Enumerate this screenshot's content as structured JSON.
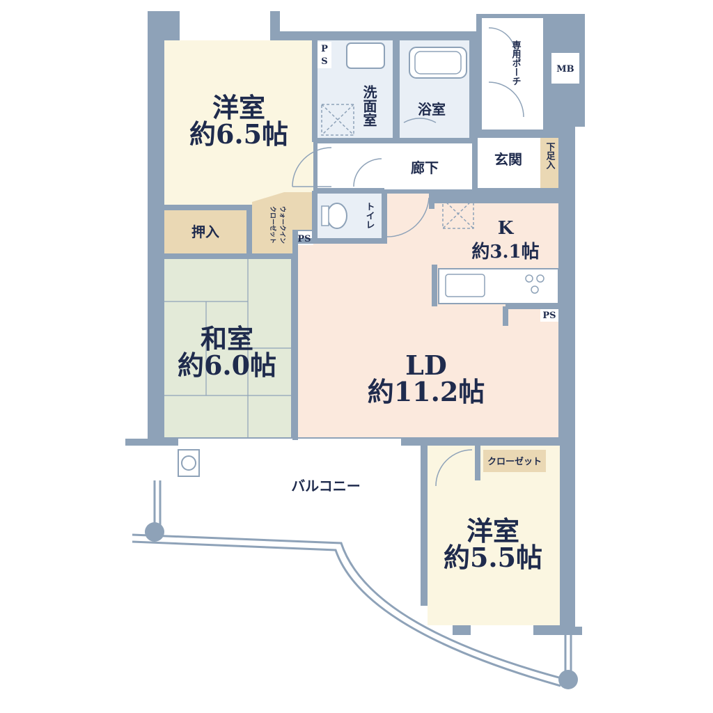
{
  "colors": {
    "wall": "#8ea2b8",
    "western_room": "#fbf6e1",
    "japanese_room": "#e3ead8",
    "ldk": "#fbe9dd",
    "storage": "#ead8b4",
    "wet_area": "#e9eff6",
    "text": "#1f2b4d"
  },
  "rooms": {
    "western_1": {
      "name": "洋室",
      "size": "約6.5帖"
    },
    "western_2": {
      "name": "洋室",
      "size": "約5.5帖"
    },
    "japanese": {
      "name": "和室",
      "size": "約6.0帖"
    },
    "ld": {
      "name": "LD",
      "size": "約11.2帖"
    },
    "kitchen": {
      "name": "K",
      "size": "約3.1帖"
    }
  },
  "labels": {
    "oshiire": "押入",
    "walk_in_closet_line1": "ウォークイン",
    "walk_in_closet_line2": "クローゼット",
    "ps": "PS",
    "ps_split_top": "P",
    "ps_split_bottom": "S",
    "washroom": "洗面室",
    "bathroom": "浴室",
    "toilet": "トイレ",
    "corridor": "廊下",
    "entrance": "玄関",
    "shoe_box": "下足入",
    "porch": "専用ポーチ",
    "mb": "MB",
    "closet": "クローゼット",
    "balcony": "バルコニー"
  }
}
